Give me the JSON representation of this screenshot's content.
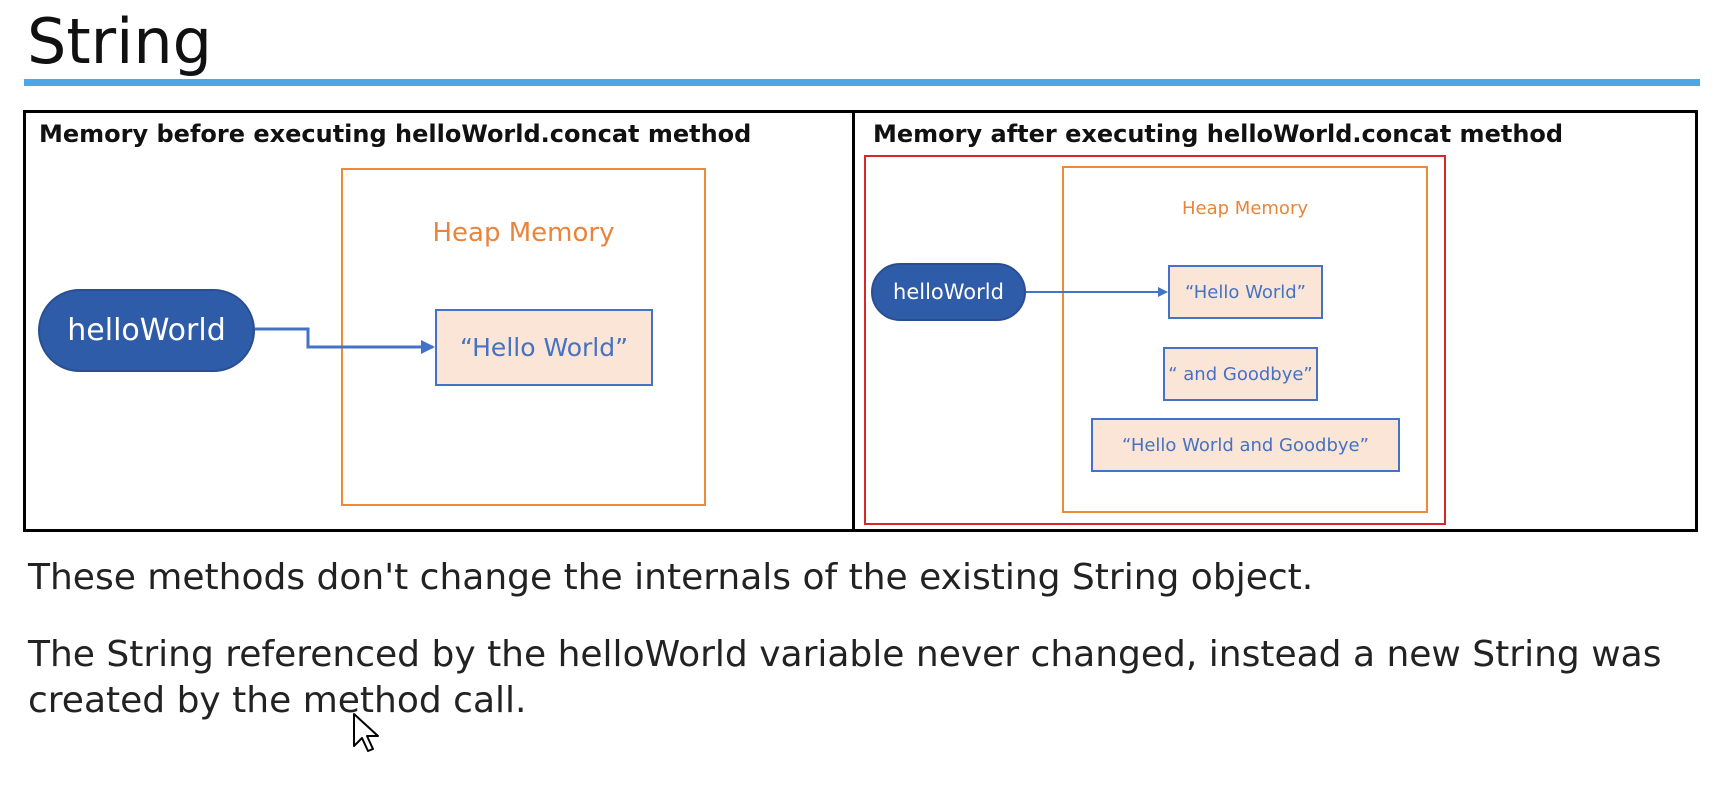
{
  "slide": {
    "title": "String"
  },
  "left_panel": {
    "heading": "Memory before executing helloWorld.concat method",
    "heap_label": "Heap Memory",
    "variable": "helloWorld",
    "strings": [
      "“Hello World”"
    ]
  },
  "right_panel": {
    "heading": "Memory after executing helloWorld.concat method",
    "heap_label": "Heap Memory",
    "variable": "helloWorld",
    "strings": [
      "“Hello World”",
      "“ and Goodbye”",
      "“Hello World and Goodbye”"
    ]
  },
  "body": {
    "line1": "These methods don't change the internals of the existing String object.",
    "line2": "The String referenced by the helloWorld variable never changed, instead a new String was created by the method call."
  },
  "colors": {
    "accent_rule": "#4da6e8",
    "heap_border": "#ed8a3a",
    "string_fill": "#fbe5d6",
    "string_border": "#4472c4",
    "variable_fill": "#2f5ca8",
    "highlight_border": "#d9262a"
  },
  "icons": {
    "cursor": "mouse-pointer-icon"
  }
}
